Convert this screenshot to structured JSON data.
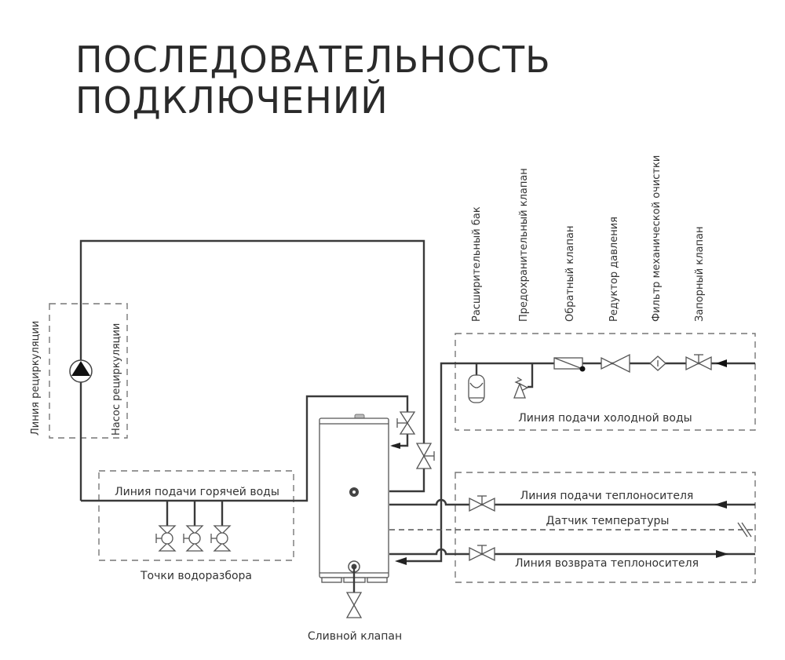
{
  "title": {
    "line1": "ПОСЛЕДОВАТЕЛЬНОСТЬ",
    "line2": "ПОДКЛЮЧЕНИЙ"
  },
  "labels": {
    "recirculation_line": "Линия рециркуляции",
    "recirculation_pump": "Насос рециркуляции",
    "hot_water_supply": "Линия подачи горячей воды",
    "draw_off_points": "Точки водоразбора",
    "drain_valve": "Сливной клапан",
    "cold_water_supply": "Линия подачи холодной воды",
    "coolant_supply": "Линия подачи теплоносителя",
    "temperature_sensor": "Датчик температуры",
    "coolant_return": "Линия возврата теплоносителя"
  },
  "cold_line_components": [
    "Расширительный бак",
    "Предохранительный клапан",
    "Обратный клапан",
    "Редуктор давления",
    "Фильтр механической очистки",
    "Запорный клапан"
  ]
}
